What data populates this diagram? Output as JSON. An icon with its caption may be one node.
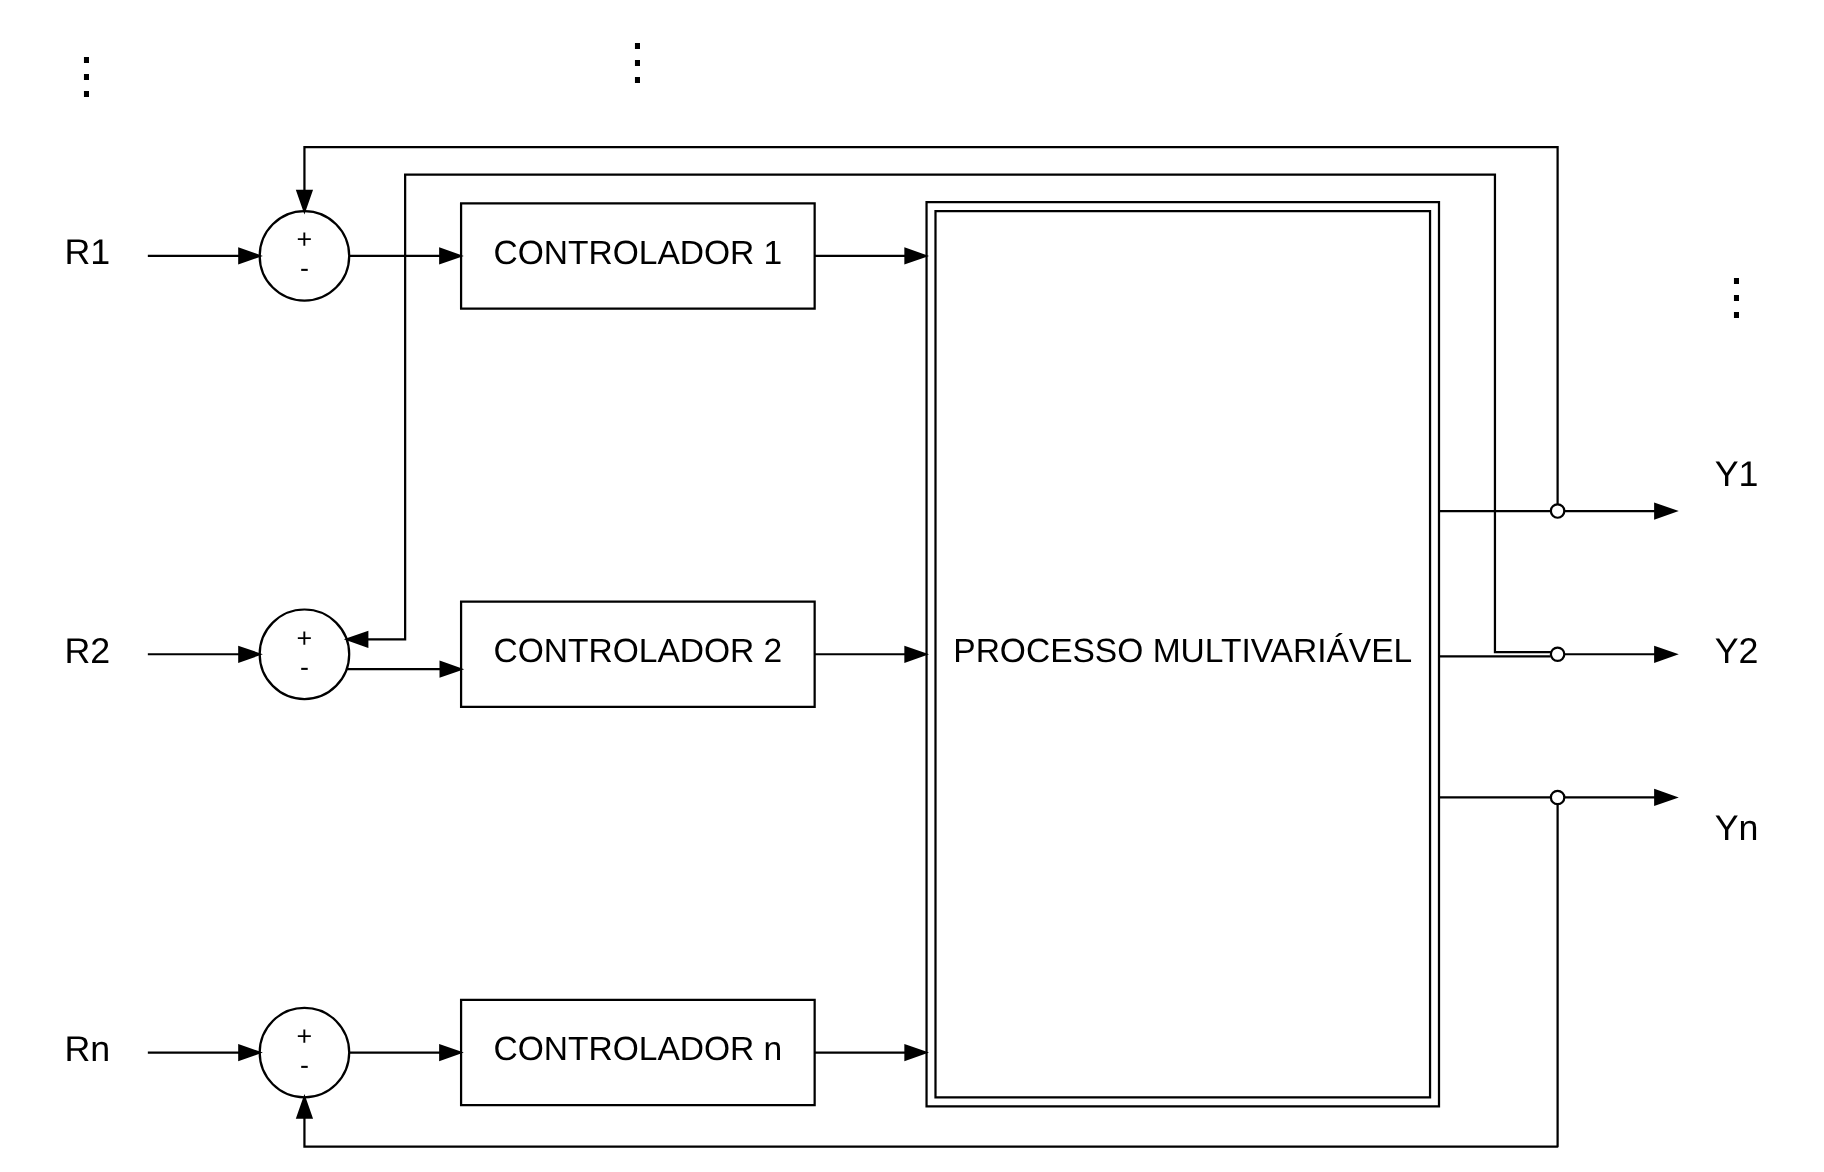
{
  "diagram": {
    "nodes": [
      {
        "text": [
          "R1"
        ]
      },
      {
        "text": [
          "+",
          "-"
        ]
      },
      {
        "text": [
          "CONTROLADOR 1"
        ]
      },
      {
        "text": [
          "R2"
        ]
      },
      {
        "text": [
          "+",
          "-"
        ]
      },
      {
        "text": [
          "CONTROLADOR 2"
        ]
      },
      {
        "text": [
          "Rn"
        ]
      },
      {
        "text": [
          "+",
          "-"
        ]
      },
      {
        "text": [
          "CONTROLADOR n"
        ]
      },
      {
        "text": [
          "PROCESSO MULTIVARIÁVEL"
        ]
      },
      {
        "text": [],
        "shape": "circle"
      },
      {
        "text": [
          "Y1"
        ]
      },
      {
        "text": [],
        "shape": "circle"
      },
      {
        "text": [
          "Y2"
        ]
      },
      {
        "text": [],
        "shape": "circle"
      },
      {
        "text": [
          "Yn"
        ]
      }
    ],
    "edges": [
      {
        "from": 0,
        "to": 1,
        "arrow": "to"
      },
      {
        "from": 1,
        "to": 2,
        "arrow": "to"
      },
      {
        "from": 2,
        "to": 9,
        "arrow": "to"
      },
      {
        "from": 3,
        "to": 4,
        "arrow": "to"
      },
      {
        "from": 4,
        "to": 5,
        "arrow": "to"
      },
      {
        "from": 5,
        "to": 9,
        "arrow": "to"
      },
      {
        "from": 6,
        "to": 7,
        "arrow": "to"
      },
      {
        "from": 7,
        "to": 8,
        "arrow": "to"
      },
      {
        "from": 8,
        "to": 9,
        "arrow": "to"
      },
      {
        "from": 9,
        "to": 10,
        "arrow": "none"
      },
      {
        "from": 10,
        "to": 11,
        "arrow": "to"
      },
      {
        "from": 10,
        "to": 1,
        "arrow": "to"
      },
      {
        "from": 9,
        "to": 12,
        "arrow": "none"
      },
      {
        "from": 12,
        "to": 13,
        "arrow": "to"
      },
      {
        "from": 12,
        "to": 4,
        "arrow": "to"
      },
      {
        "from": 9,
        "to": 14,
        "arrow": "none"
      },
      {
        "from": 14,
        "to": 15,
        "arrow": "to"
      },
      {
        "from": 14,
        "to": 7,
        "arrow": "to"
      }
    ],
    "labels": [
      "⋮",
      "⋮",
      "⋮"
    ]
  }
}
